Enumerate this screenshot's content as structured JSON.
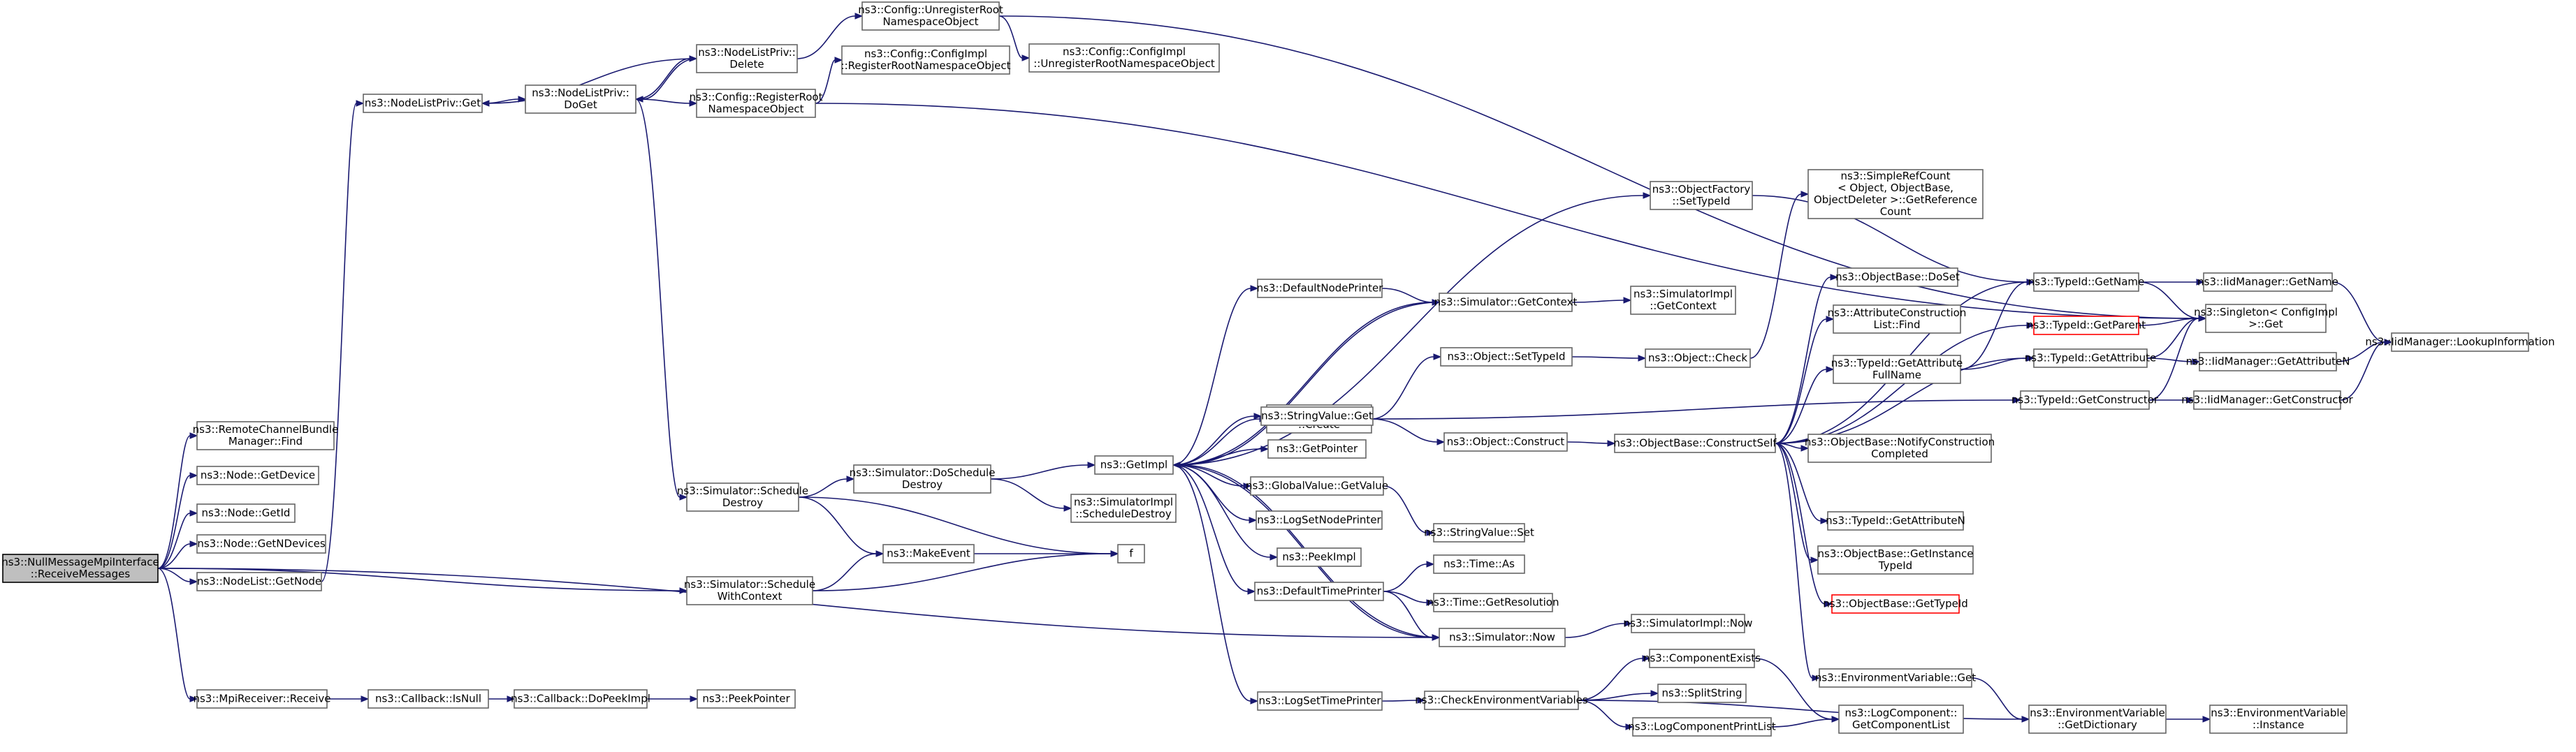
{
  "graph": {
    "nodes": [
      {
        "id": "root",
        "lines": [
          "ns3::NullMessageMpiInterface",
          "::ReceiveMessages"
        ],
        "root": true
      },
      {
        "id": "rcb",
        "lines": [
          "ns3::RemoteChannelBundle",
          "Manager::Find"
        ]
      },
      {
        "id": "getdevice",
        "lines": [
          "ns3::Node::GetDevice"
        ]
      },
      {
        "id": "getid",
        "lines": [
          "ns3::Node::GetId"
        ]
      },
      {
        "id": "getndev",
        "lines": [
          "ns3::Node::GetNDevices"
        ]
      },
      {
        "id": "nodelistget",
        "lines": [
          "ns3::NodeList::GetNode"
        ]
      },
      {
        "id": "mpirecv",
        "lines": [
          "ns3::MpiReceiver::Receive"
        ]
      },
      {
        "id": "nlpget",
        "lines": [
          "ns3::NodeListPriv::Get"
        ]
      },
      {
        "id": "nlpdoget",
        "lines": [
          "ns3::NodeListPriv::",
          "DoGet"
        ]
      },
      {
        "id": "nlpdelete",
        "lines": [
          "ns3::NodeListPriv::",
          "Delete"
        ]
      },
      {
        "id": "cfgunreg",
        "lines": [
          "ns3::Config::UnregisterRoot",
          "NamespaceObject"
        ]
      },
      {
        "id": "cfgimplunreg",
        "lines": [
          "ns3::Config::ConfigImpl",
          "::UnregisterRootNamespaceObject"
        ]
      },
      {
        "id": "cfgimplreg",
        "lines": [
          "ns3::Config::ConfigImpl",
          "::RegisterRootNamespaceObject"
        ]
      },
      {
        "id": "cfgreg",
        "lines": [
          "ns3::Config::RegisterRoot",
          "NamespaceObject"
        ]
      },
      {
        "id": "simsched",
        "lines": [
          "ns3::Simulator::Schedule",
          "Destroy"
        ]
      },
      {
        "id": "simschedctx",
        "lines": [
          "ns3::Simulator::Schedule",
          "WithContext"
        ]
      },
      {
        "id": "simdosched",
        "lines": [
          "ns3::Simulator::DoSchedule",
          "Destroy"
        ]
      },
      {
        "id": "makeevent",
        "lines": [
          "ns3::MakeEvent"
        ]
      },
      {
        "id": "f",
        "lines": [
          "f"
        ]
      },
      {
        "id": "getimpl",
        "lines": [
          "ns3::GetImpl"
        ]
      },
      {
        "id": "simimplsched",
        "lines": [
          "ns3::SimulatorImpl",
          "::ScheduleDestroy"
        ]
      },
      {
        "id": "cbisnull",
        "lines": [
          "ns3::Callback::IsNull"
        ]
      },
      {
        "id": "cbdopeek",
        "lines": [
          "ns3::Callback::DoPeekImpl"
        ]
      },
      {
        "id": "peekptr",
        "lines": [
          "ns3::PeekPointer"
        ]
      },
      {
        "id": "defnodeprinter",
        "lines": [
          "ns3::DefaultNodePrinter"
        ]
      },
      {
        "id": "objfactcreate",
        "lines": [
          "ns3::ObjectFactory",
          "::Create"
        ]
      },
      {
        "id": "strvalget",
        "lines": [
          "ns3::StringValue::Get"
        ]
      },
      {
        "id": "getpointer",
        "lines": [
          "ns3::GetPointer"
        ]
      },
      {
        "id": "globalval",
        "lines": [
          "ns3::GlobalValue::GetValue"
        ]
      },
      {
        "id": "logsetnode",
        "lines": [
          "ns3::LogSetNodePrinter"
        ]
      },
      {
        "id": "peekimpl",
        "lines": [
          "ns3::PeekImpl"
        ]
      },
      {
        "id": "deftimeprinter",
        "lines": [
          "ns3::DefaultTimePrinter"
        ]
      },
      {
        "id": "logsettime",
        "lines": [
          "ns3::LogSetTimePrinter"
        ]
      },
      {
        "id": "simgetctx",
        "lines": [
          "ns3::Simulator::GetContext"
        ]
      },
      {
        "id": "simimplgetctx",
        "lines": [
          "ns3::SimulatorImpl",
          "::GetContext"
        ]
      },
      {
        "id": "objfactsettid",
        "lines": [
          "ns3::ObjectFactory",
          "::SetTypeId"
        ]
      },
      {
        "id": "objsettid",
        "lines": [
          "ns3::Object::SetTypeId"
        ]
      },
      {
        "id": "objcheck",
        "lines": [
          "ns3::Object::Check"
        ]
      },
      {
        "id": "objconstruct",
        "lines": [
          "ns3::Object::Construct"
        ]
      },
      {
        "id": "strvalset",
        "lines": [
          "ns3::StringValue::Set"
        ]
      },
      {
        "id": "timeas",
        "lines": [
          "ns3::Time::As"
        ]
      },
      {
        "id": "timeres",
        "lines": [
          "ns3::Time::GetResolution"
        ]
      },
      {
        "id": "simnow",
        "lines": [
          "ns3::Simulator::Now"
        ]
      },
      {
        "id": "simimplnow",
        "lines": [
          "ns3::SimulatorImpl::Now"
        ]
      },
      {
        "id": "checkenv",
        "lines": [
          "ns3::CheckEnvironmentVariables"
        ]
      },
      {
        "id": "compexists",
        "lines": [
          "ns3::ComponentExists"
        ]
      },
      {
        "id": "splitstr",
        "lines": [
          "ns3::SplitString"
        ]
      },
      {
        "id": "logcompprint",
        "lines": [
          "ns3::LogComponentPrintList"
        ]
      },
      {
        "id": "logcompget",
        "lines": [
          "ns3::LogComponent::",
          "GetComponentList"
        ]
      },
      {
        "id": "objbasecons",
        "lines": [
          "ns3::ObjectBase::ConstructSelf"
        ]
      },
      {
        "id": "simplerefcount",
        "lines": [
          "ns3::SimpleRefCount",
          "< Object, ObjectBase,",
          "ObjectDeleter >::GetReference",
          "Count"
        ]
      },
      {
        "id": "objbasedoset",
        "lines": [
          "ns3::ObjectBase::DoSet"
        ]
      },
      {
        "id": "attrconsfind",
        "lines": [
          "ns3::AttributeConstruction",
          "List::Find"
        ]
      },
      {
        "id": "tidgetattrfull",
        "lines": [
          "ns3::TypeId::GetAttribute",
          "FullName"
        ]
      },
      {
        "id": "objbasenotify",
        "lines": [
          "ns3::ObjectBase::NotifyConstruction",
          "Completed"
        ]
      },
      {
        "id": "tidgetattrn",
        "lines": [
          "ns3::TypeId::GetAttributeN"
        ]
      },
      {
        "id": "objbasegetinst",
        "lines": [
          "ns3::ObjectBase::GetInstance",
          "TypeId"
        ]
      },
      {
        "id": "objbasegettid",
        "lines": [
          "ns3::ObjectBase::GetTypeId"
        ],
        "red": true
      },
      {
        "id": "envget",
        "lines": [
          "ns3::EnvironmentVariable::Get"
        ]
      },
      {
        "id": "tidgetname",
        "lines": [
          "ns3::TypeId::GetName"
        ]
      },
      {
        "id": "tidgetparent",
        "lines": [
          "ns3::TypeId::GetParent"
        ],
        "red": true
      },
      {
        "id": "tidgetattr",
        "lines": [
          "ns3::TypeId::GetAttribute"
        ]
      },
      {
        "id": "tidgetcons",
        "lines": [
          "ns3::TypeId::GetConstructor"
        ]
      },
      {
        "id": "envgetdict",
        "lines": [
          "ns3::EnvironmentVariable",
          "::GetDictionary"
        ]
      },
      {
        "id": "singleton",
        "lines": [
          "ns3::Singleton< ConfigImpl",
          " >::Get"
        ]
      },
      {
        "id": "iidgetname",
        "lines": [
          "ns3::IidManager::GetName"
        ]
      },
      {
        "id": "iidgetattrn",
        "lines": [
          "ns3::IidManager::GetAttributeN"
        ]
      },
      {
        "id": "iidgetcons",
        "lines": [
          "ns3::IidManager::GetConstructor"
        ]
      },
      {
        "id": "envinstance",
        "lines": [
          "ns3::EnvironmentVariable",
          "::Instance"
        ]
      },
      {
        "id": "iidlookup",
        "lines": [
          "ns3::IidManager::LookupInformation"
        ]
      }
    ],
    "edges": [
      [
        "root",
        "rcb"
      ],
      [
        "root",
        "getdevice"
      ],
      [
        "root",
        "getid"
      ],
      [
        "root",
        "getndev"
      ],
      [
        "root",
        "nodelistget"
      ],
      [
        "root",
        "simschedctx"
      ],
      [
        "root",
        "simnow"
      ],
      [
        "root",
        "mpirecv"
      ],
      [
        "nodelistget",
        "nlpget"
      ],
      [
        "nlpget",
        "nlpdoget"
      ],
      [
        "nlpdoget",
        "nlpdelete"
      ],
      [
        "nlpdelete",
        "nlpget"
      ],
      [
        "nlpdelete",
        "cfgunreg"
      ],
      [
        "nlpdelete",
        "nlpdoget"
      ],
      [
        "nlpdoget",
        "cfgreg"
      ],
      [
        "nlpdoget",
        "simsched"
      ],
      [
        "cfgunreg",
        "cfgimplunreg"
      ],
      [
        "cfgunreg",
        "singleton"
      ],
      [
        "cfgreg",
        "cfgimplreg"
      ],
      [
        "cfgreg",
        "singleton"
      ],
      [
        "simsched",
        "simdosched"
      ],
      [
        "simsched",
        "makeevent"
      ],
      [
        "simsched",
        "f"
      ],
      [
        "simschedctx",
        "makeevent"
      ],
      [
        "simschedctx",
        "f"
      ],
      [
        "makeevent",
        "f"
      ],
      [
        "simdosched",
        "getimpl"
      ],
      [
        "simdosched",
        "simimplsched"
      ],
      [
        "mpirecv",
        "cbisnull"
      ],
      [
        "cbisnull",
        "cbdopeek"
      ],
      [
        "cbdopeek",
        "peekptr"
      ],
      [
        "getimpl",
        "simgetctx"
      ],
      [
        "getimpl",
        "defnodeprinter"
      ],
      [
        "getimpl",
        "objfactcreate"
      ],
      [
        "getimpl",
        "strvalget"
      ],
      [
        "getimpl",
        "getpointer"
      ],
      [
        "getimpl",
        "globalval"
      ],
      [
        "getimpl",
        "logsetnode"
      ],
      [
        "getimpl",
        "peekimpl"
      ],
      [
        "getimpl",
        "deftimeprinter"
      ],
      [
        "getimpl",
        "simnow"
      ],
      [
        "getimpl",
        "logsettime"
      ],
      [
        "getimpl",
        "objfactsettid"
      ],
      [
        "defnodeprinter",
        "simgetctx"
      ],
      [
        "simgetctx",
        "simimplgetctx"
      ],
      [
        "simgetctx",
        "getimpl"
      ],
      [
        "objfactsettid",
        "tidgetname"
      ],
      [
        "objfactcreate",
        "objsettid"
      ],
      [
        "objfactcreate",
        "objconstruct"
      ],
      [
        "objfactcreate",
        "tidgetcons"
      ],
      [
        "objsettid",
        "objcheck"
      ],
      [
        "objcheck",
        "simplerefcount"
      ],
      [
        "objconstruct",
        "objbasecons"
      ],
      [
        "globalval",
        "strvalset"
      ],
      [
        "deftimeprinter",
        "timeas"
      ],
      [
        "deftimeprinter",
        "timeres"
      ],
      [
        "deftimeprinter",
        "simnow"
      ],
      [
        "simnow",
        "simimplnow"
      ],
      [
        "simnow",
        "getimpl"
      ],
      [
        "logsettime",
        "checkenv"
      ],
      [
        "checkenv",
        "compexists"
      ],
      [
        "checkenv",
        "splitstr"
      ],
      [
        "checkenv",
        "logcompprint"
      ],
      [
        "checkenv",
        "envgetdict"
      ],
      [
        "compexists",
        "logcompget"
      ],
      [
        "logcompprint",
        "logcompget"
      ],
      [
        "objbasecons",
        "objbasedoset"
      ],
      [
        "objbasecons",
        "attrconsfind"
      ],
      [
        "objbasecons",
        "tidgetattrfull"
      ],
      [
        "objbasecons",
        "objbasenotify"
      ],
      [
        "objbasecons",
        "tidgetattrn"
      ],
      [
        "objbasecons",
        "objbasegetinst"
      ],
      [
        "objbasecons",
        "objbasegettid"
      ],
      [
        "objbasecons",
        "envget"
      ],
      [
        "objbasecons",
        "tidgetname"
      ],
      [
        "objbasecons",
        "tidgetparent"
      ],
      [
        "objbasecons",
        "tidgetattr"
      ],
      [
        "tidgetattrfull",
        "tidgetname"
      ],
      [
        "tidgetattrfull",
        "tidgetattr"
      ],
      [
        "envget",
        "envgetdict"
      ],
      [
        "envgetdict",
        "envinstance"
      ],
      [
        "tidgetname",
        "iidgetname"
      ],
      [
        "tidgetname",
        "singleton"
      ],
      [
        "tidgetparent",
        "singleton"
      ],
      [
        "tidgetattr",
        "singleton"
      ],
      [
        "tidgetattr",
        "iidgetattrn"
      ],
      [
        "tidgetcons",
        "singleton"
      ],
      [
        "tidgetcons",
        "iidgetcons"
      ],
      [
        "iidgetname",
        "iidlookup"
      ],
      [
        "iidgetattrn",
        "iidlookup"
      ],
      [
        "iidgetcons",
        "iidlookup"
      ]
    ]
  }
}
